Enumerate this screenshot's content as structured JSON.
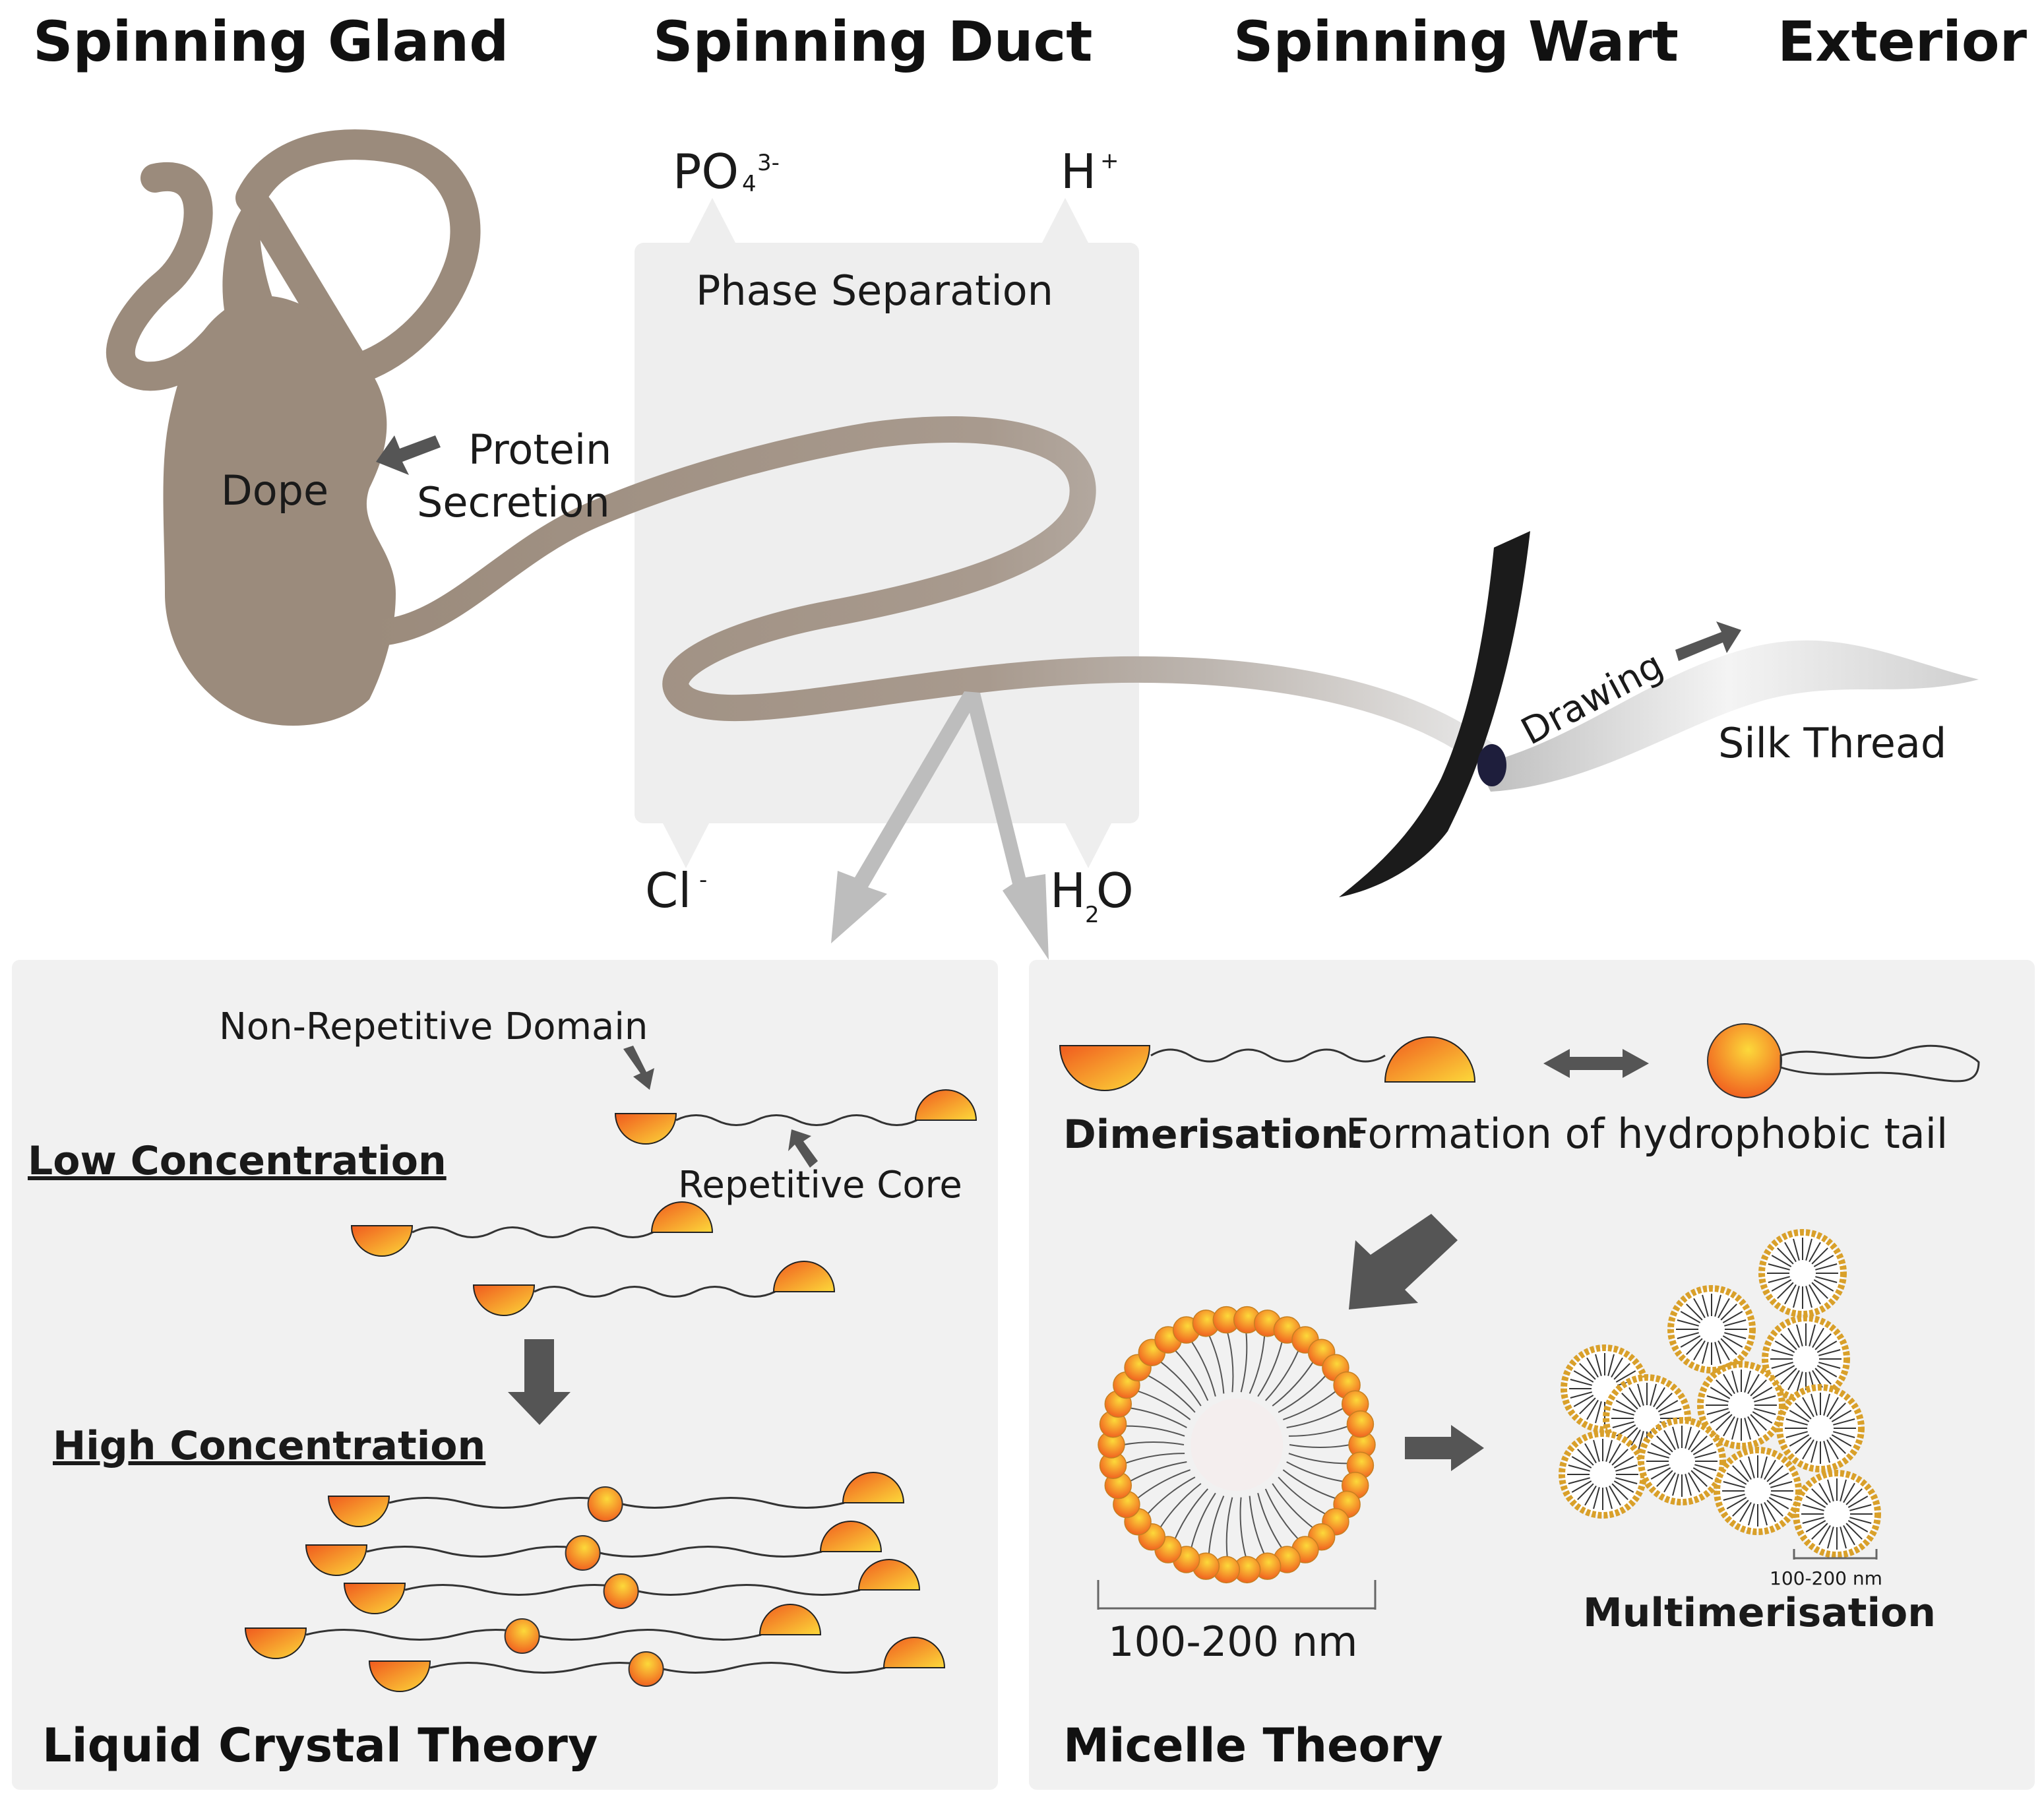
{
  "headers": {
    "gland": "Spinning Gland",
    "duct": "Spinning Duct",
    "wart": "Spinning Wart",
    "exterior": "Exterior"
  },
  "gland": {
    "dope": "Dope",
    "protein": "Protein",
    "secretion": "Secretion"
  },
  "duct": {
    "phase_separation": "Phase Separation",
    "ion_po4": "PO",
    "ion_po4_sub": "4",
    "ion_po4_sup": "3-",
    "ion_h": "H",
    "ion_h_sup": "+",
    "ion_cl": "Cl",
    "ion_cl_sup": "-",
    "ion_h2o_h": "H",
    "ion_h2o_sub": "2",
    "ion_h2o_o": "O"
  },
  "wart": {
    "drawing": "Drawing",
    "silk_thread": "Silk Thread"
  },
  "liquid_crystal": {
    "non_repetitive": "Non-Repetitive Domain",
    "repetitive_core": "Repetitive Core",
    "low": "Low Concentration",
    "high": "High Concentration",
    "title": "Liquid Crystal Theory"
  },
  "micelle": {
    "dimerisation_bold": "Dimerisation:",
    "dimerisation_text": "Formation of hydrophobic tail",
    "size_large": "100-200 nm",
    "size_small": "100-200 nm",
    "multimerisation": "Multimerisation",
    "title": "Micelle Theory"
  },
  "colors": {
    "gland": "#9b8b7c",
    "panel": "#f1f1f1",
    "arrow": "#555555",
    "light_arrow": "#bdbdbd",
    "head_orange": "#f07a1e",
    "head_yellow": "#fcd23a",
    "multimer_ring": "#d9a02a"
  }
}
